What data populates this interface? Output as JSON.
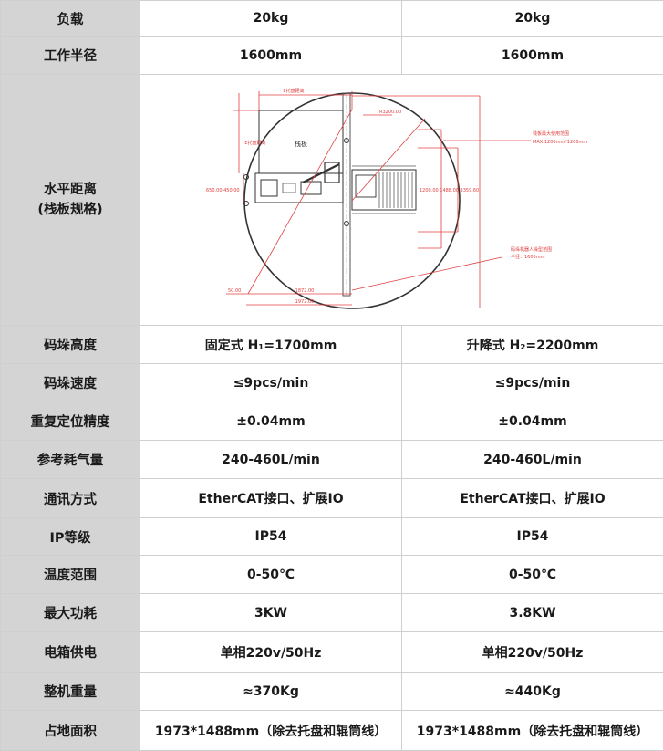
{
  "rows": [
    {
      "label": "负载",
      "col1": "20kg",
      "col2": "20kg"
    },
    {
      "label": "工作半径",
      "col1": "1600mm",
      "col2": "1600mm"
    },
    {
      "label": "码垛高度",
      "col1": "固定式 H₁=1700mm",
      "col2": "升降式 H₂=2200mm"
    },
    {
      "label": "码垛速度",
      "col1": "≤9pcs/min",
      "col2": "≤9pcs/min"
    },
    {
      "label": "重复定位精度",
      "col1": "±0.04mm",
      "col2": "±0.04mm"
    },
    {
      "label": "参考耗气量",
      "col1": "240-460L/min",
      "col2": "240-460L/min"
    },
    {
      "label": "通讯方式",
      "col1": "EtherCAT接口、扩展IO",
      "col2": "EtherCAT接口、扩展IO"
    },
    {
      "label": "IP等级",
      "col1": "IP54",
      "col2": "IP54"
    },
    {
      "label": "温度范围",
      "col1": "0-50℃",
      "col2": "0-50℃"
    },
    {
      "label": "最大功耗",
      "col1": "3KW",
      "col2": "3.8KW"
    },
    {
      "label": "电箱供电",
      "col1": "单相220v/50Hz",
      "col2": "单相220v/50Hz"
    },
    {
      "label": "整机重量",
      "col1": "≈370Kg",
      "col2": "≈440Kg"
    },
    {
      "label": "占地面积",
      "col1": "1973*1488mm（除去托盘和辊筒线）",
      "col2": "1973*1488mm（除去托盘和辊筒线）"
    }
  ],
  "diagram_row": {
    "label_line1": "水平距离",
    "label_line2": "(栈板规格)",
    "diagram": {
      "pallet_label": "栈板",
      "top_dim": "E托盘距离",
      "left_dim": "E托盘距离",
      "radius_label": "R3200.00",
      "callout1_line1": "栈板最大使用范围",
      "callout1_line2": "MAX:1200mm*1200mm",
      "callout2_line1": "码垛机器人操型范围",
      "callout2_line2": "半径：1600mm",
      "left_vals": "650.00 450.00",
      "right_vals": "1200.00 1488.00 3359.60",
      "dim_50": "50.00",
      "dim_1872": "1872.00",
      "dim_1972": "1972.00"
    }
  }
}
